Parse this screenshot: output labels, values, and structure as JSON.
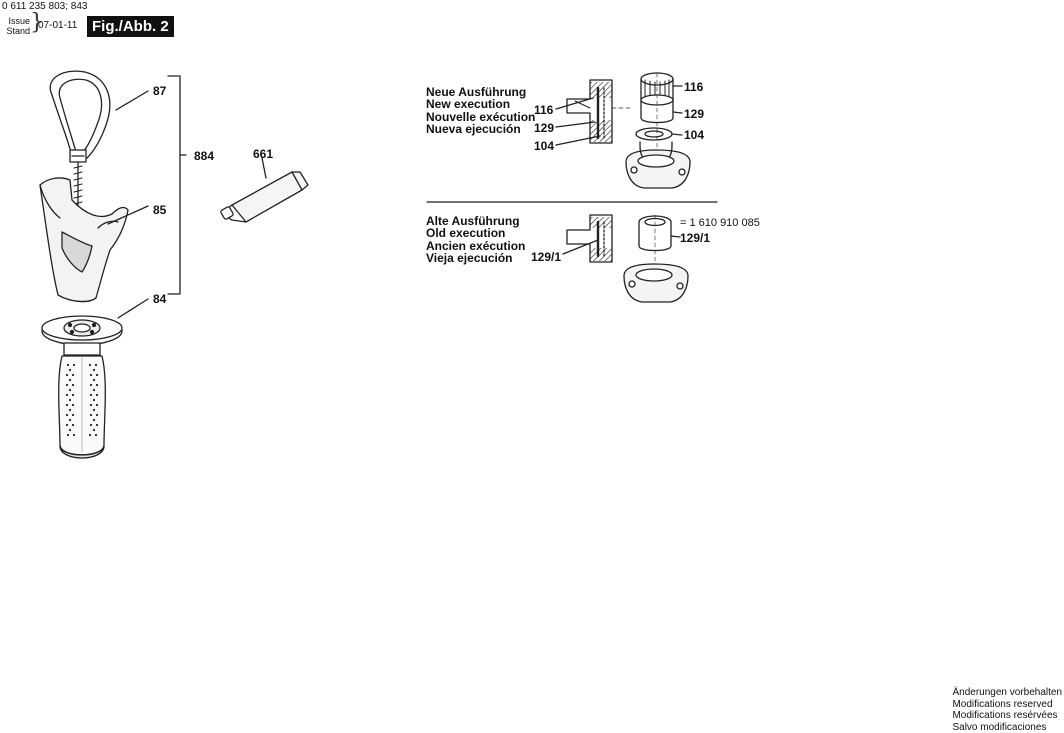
{
  "header": {
    "doc_number": "0 611 235 803; 843",
    "issue_label": "Issue",
    "stand_label": "Stand",
    "issue_date": "07-01-11",
    "figure_label": "Fig./Abb. 2"
  },
  "callouts": {
    "p87": "87",
    "p884": "884",
    "p661": "661",
    "p85": "85",
    "p84": "84",
    "new_116_top": "116",
    "new_129_right": "129",
    "new_104_right": "104",
    "new_116_left": "116",
    "new_129_left": "129",
    "new_104_left": "104",
    "old_1291_right": "129/1",
    "old_1291_left": "129/1"
  },
  "new_version": {
    "lines": [
      "Neue Ausführung",
      "New execution",
      "Nouvelle exécution",
      "Nueva ejecución"
    ]
  },
  "old_version": {
    "lines": [
      "Alte Ausführung",
      "Old execution",
      "Ancien exécution",
      "Vieja ejecución"
    ],
    "part_number": "= 1 610 910 085"
  },
  "footer": {
    "lines": [
      "Änderungen vorbehalten",
      "Modifications reserved",
      "Modifications resérvées",
      "Salvo modificaciones"
    ]
  }
}
